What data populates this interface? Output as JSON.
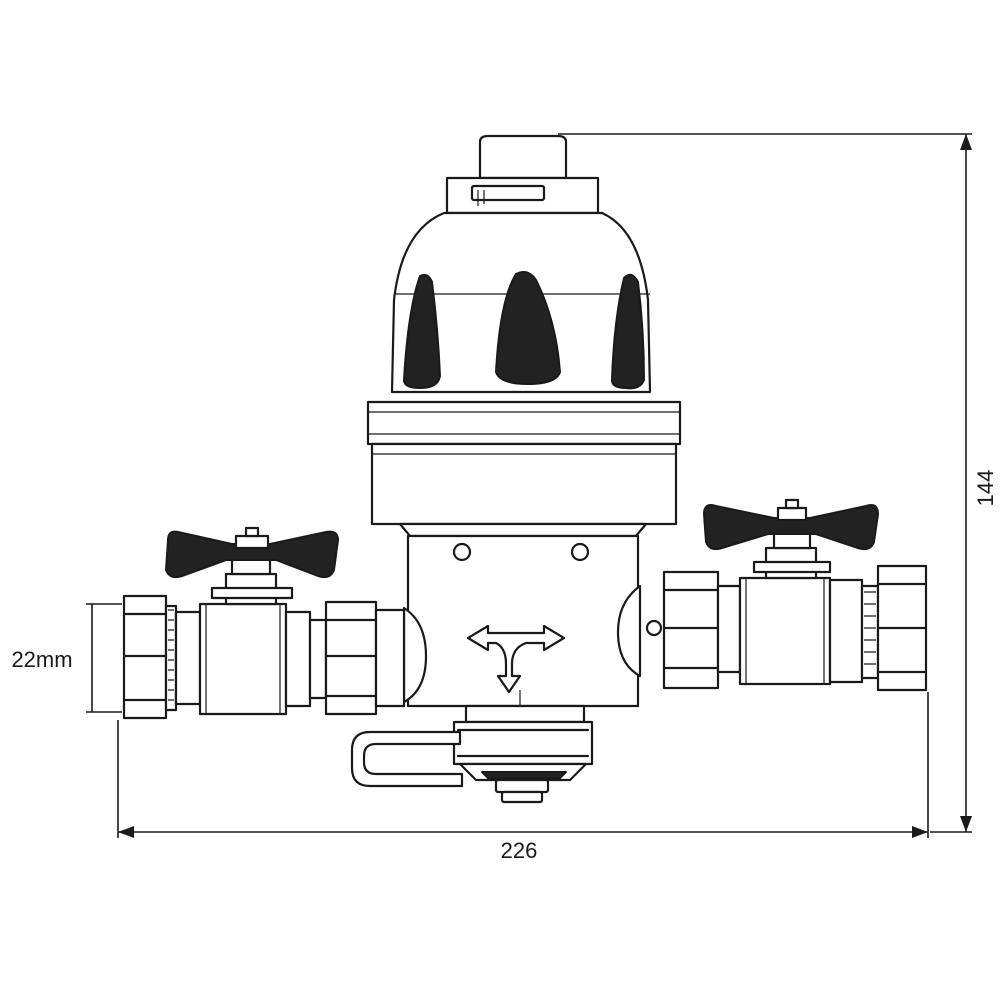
{
  "dimensions": {
    "width_label": "226",
    "height_label": "144",
    "pipe_label": "22mm"
  },
  "colors": {
    "line": "#1a1a1a",
    "fill_dark": "#222222",
    "background": "#ffffff"
  }
}
